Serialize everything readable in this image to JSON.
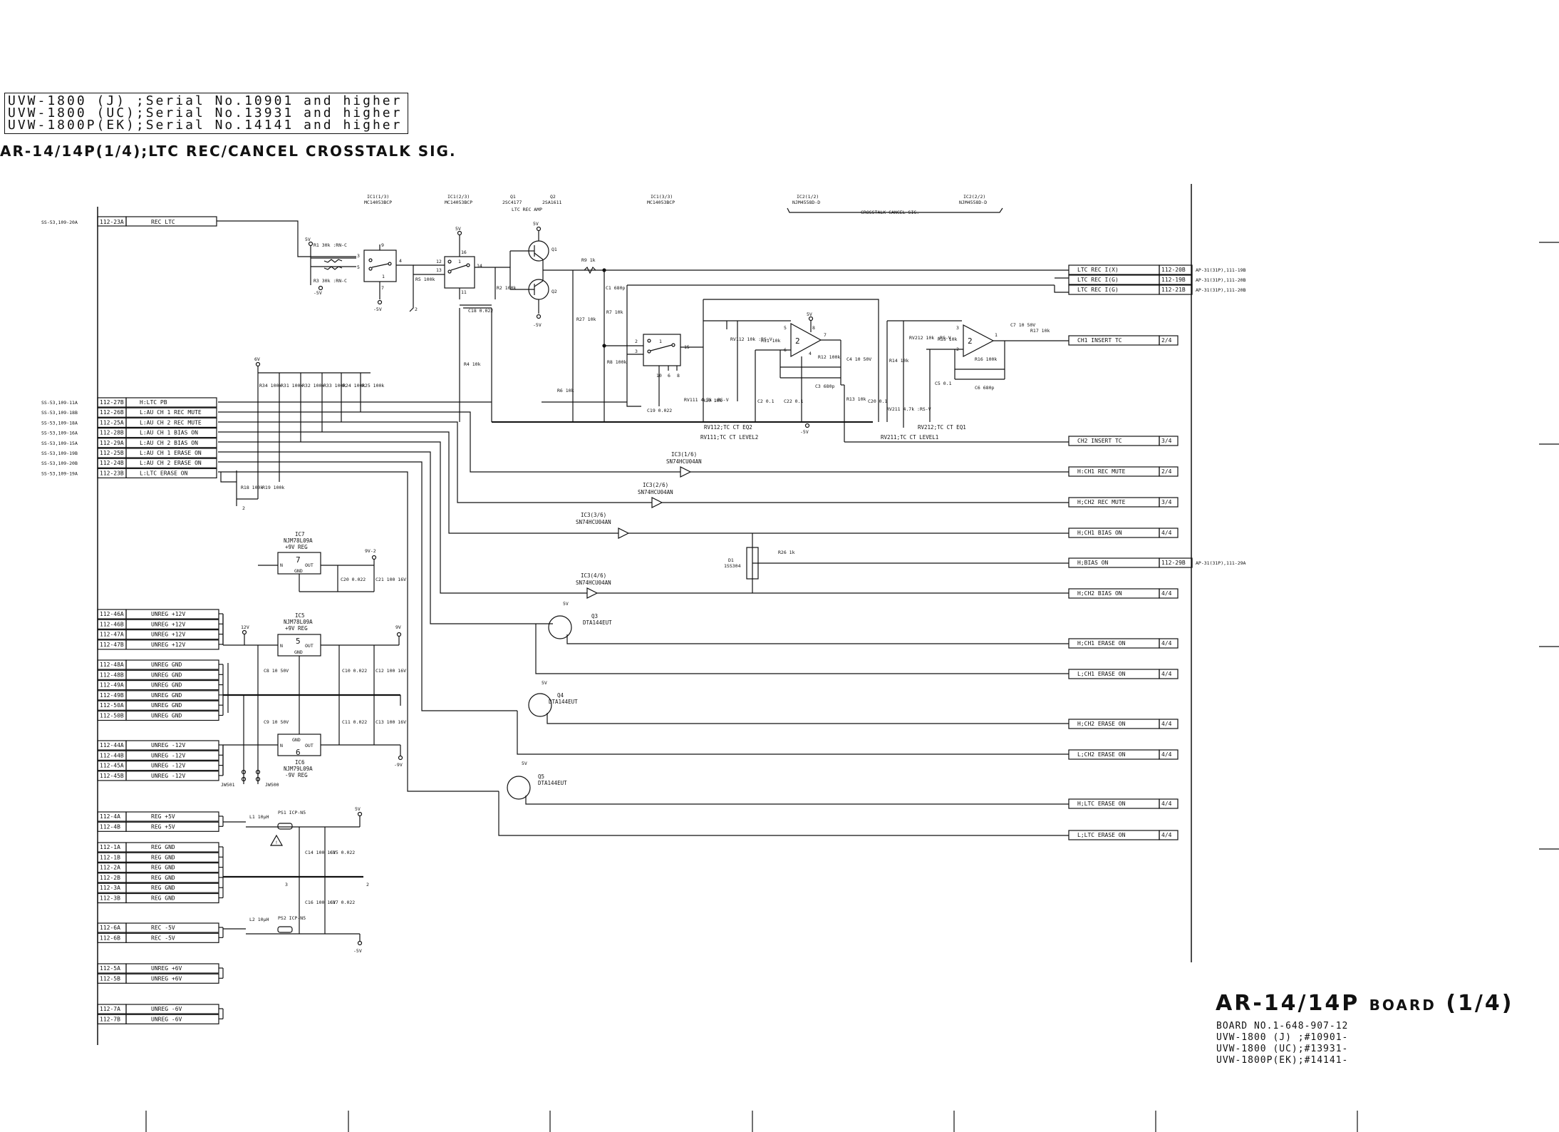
{
  "header": {
    "serial_lines": [
      "UVW-1800 (J) ;Serial No.10901 and higher",
      "UVW-1800 (UC);Serial No.13931 and higher",
      "UVW-1800P(EK);Serial No.14141 and higher"
    ],
    "subtitle": "AR-14/14P(1/4);LTC REC/CANCEL CROSSTALK SIG."
  },
  "ics": {
    "ic1_1": {
      "ref": "IC1(1/3)",
      "part": "MC14053BCP"
    },
    "ic1_2": {
      "ref": "IC1(2/3)",
      "part": "MC14053BCP"
    },
    "ic1_3": {
      "ref": "IC1(3/3)",
      "part": "MC14053BCP"
    },
    "q1": {
      "ref": "Q1",
      "part": "2SC4177"
    },
    "q2": {
      "ref": "Q2",
      "part": "2SA1611"
    },
    "ltc_amp": "LTC REC AMP",
    "ic2_1": {
      "ref": "IC2(1/2)",
      "part": "NJM4558D-D"
    },
    "ic2_2": {
      "ref": "IC2(2/2)",
      "part": "NJM4558D-D"
    },
    "crosstalk": "CROSSTALK CANCEL SIG.",
    "ic3_1": {
      "ref": "IC3(1/6)",
      "part": "SN74HCU04AN"
    },
    "ic3_2": {
      "ref": "IC3(2/6)",
      "part": "SN74HCU04AN"
    },
    "ic3_3": {
      "ref": "IC3(3/6)",
      "part": "SN74HCU04AN"
    },
    "ic3_4": {
      "ref": "IC3(4/6)",
      "part": "SN74HCU04AN"
    },
    "ic7": {
      "ref": "IC7",
      "part": "NJM78L09A",
      "desc": "+9V REG"
    },
    "ic5": {
      "ref": "IC5",
      "part": "NJM78L09A",
      "desc": "+9V REG"
    },
    "ic6": {
      "ref": "IC6",
      "part": "NJM79L09A",
      "desc": "-9V REG"
    },
    "q3": {
      "ref": "Q3",
      "part": "DTA144EUT"
    },
    "q4": {
      "ref": "Q4",
      "part": "DTA144EUT"
    },
    "q5": {
      "ref": "Q5",
      "part": "DTA144EUT"
    },
    "d1": {
      "ref": "D1",
      "part": "1SS304"
    }
  },
  "rails": {
    "p5v": "5V",
    "m5v": "-5V",
    "p6v": "6V",
    "p9v": "9V",
    "m9v": "-9V",
    "p9v2": "9V-2",
    "p12v": "12V",
    "gnd2": "2",
    "gnd3": "3"
  },
  "top_input": {
    "ref": "SS-53,109-20A",
    "pin": "112-23A",
    "signal": "REC LTC"
  },
  "left_signals": [
    {
      "ref": "SS-53,109-11A",
      "pin": "112-27B",
      "signal": "H:LTC PB"
    },
    {
      "ref": "SS-53,109-18B",
      "pin": "112-26B",
      "signal": "L:AU CH 1 REC MUTE"
    },
    {
      "ref": "SS-53,109-18A",
      "pin": "112-25A",
      "signal": "L:AU CH 2 REC MUTE"
    },
    {
      "ref": "SS-53,109-16A",
      "pin": "112-28B",
      "signal": "L:AU CH 1 BIAS ON"
    },
    {
      "ref": "SS-53,109-15A",
      "pin": "112-29A",
      "signal": "L:AU CH 2 BIAS ON"
    },
    {
      "ref": "SS-53,109-19B",
      "pin": "112-25B",
      "signal": "L:AU CH 1 ERASE ON"
    },
    {
      "ref": "SS-53,109-20B",
      "pin": "112-24B",
      "signal": "L:AU CH 2 ERASE ON"
    },
    {
      "ref": "SS-53,109-19A",
      "pin": "112-23B",
      "signal": "L:LTC ERASE ON"
    }
  ],
  "power_pins": [
    {
      "pin": "112-46A",
      "signal": "UNREG +12V"
    },
    {
      "pin": "112-46B",
      "signal": "UNREG +12V"
    },
    {
      "pin": "112-47A",
      "signal": "UNREG +12V"
    },
    {
      "pin": "112-47B",
      "signal": "UNREG +12V"
    },
    {
      "pin": "112-48A",
      "signal": "UNREG GND"
    },
    {
      "pin": "112-48B",
      "signal": "UNREG GND"
    },
    {
      "pin": "112-49A",
      "signal": "UNREG GND"
    },
    {
      "pin": "112-49B",
      "signal": "UNREG GND"
    },
    {
      "pin": "112-50A",
      "signal": "UNREG GND"
    },
    {
      "pin": "112-50B",
      "signal": "UNREG GND"
    },
    {
      "pin": "112-44A",
      "signal": "UNREG -12V"
    },
    {
      "pin": "112-44B",
      "signal": "UNREG -12V"
    },
    {
      "pin": "112-45A",
      "signal": "UNREG -12V"
    },
    {
      "pin": "112-45B",
      "signal": "UNREG -12V"
    },
    {
      "pin": "112-4A",
      "signal": "REG +5V"
    },
    {
      "pin": "112-4B",
      "signal": "REG +5V"
    },
    {
      "pin": "112-1A",
      "signal": "REG GND"
    },
    {
      "pin": "112-1B",
      "signal": "REG GND"
    },
    {
      "pin": "112-2A",
      "signal": "REG GND"
    },
    {
      "pin": "112-2B",
      "signal": "REG GND"
    },
    {
      "pin": "112-3A",
      "signal": "REG GND"
    },
    {
      "pin": "112-3B",
      "signal": "REG GND"
    },
    {
      "pin": "112-6A",
      "signal": "REC -5V"
    },
    {
      "pin": "112-6B",
      "signal": "REC -5V"
    },
    {
      "pin": "112-5A",
      "signal": "UNREG +6V"
    },
    {
      "pin": "112-5B",
      "signal": "UNREG +6V"
    },
    {
      "pin": "112-7A",
      "signal": "UNREG -6V"
    },
    {
      "pin": "112-7B",
      "signal": "UNREG -6V"
    }
  ],
  "outputs": [
    {
      "signal": "LTC REC I(X)",
      "pin": "112-20B",
      "dest": "AP-31(31P),111-19B"
    },
    {
      "signal": "LTC REC I(G)",
      "pin": "112-19B",
      "dest": "AP-31(31P),111-20B"
    },
    {
      "signal": "LTC REC I(G)",
      "pin": "112-21B",
      "dest": "AP-31(31P),111-20B"
    },
    {
      "signal": "CH1 INSERT TC",
      "pin": "2/4",
      "dest": ""
    },
    {
      "signal": "CH2 INSERT TC",
      "pin": "3/4",
      "dest": ""
    },
    {
      "signal": "H:CH1 REC MUTE",
      "pin": "2/4",
      "dest": ""
    },
    {
      "signal": "H;CH2 REC MUTE",
      "pin": "3/4",
      "dest": ""
    },
    {
      "signal": "H;CH1 BIAS ON",
      "pin": "4/4",
      "dest": ""
    },
    {
      "signal": "H;BIAS ON",
      "pin": "112-29B",
      "dest": "AP-31(31P),111-29A"
    },
    {
      "signal": "H;CH2 BIAS ON",
      "pin": "4/4",
      "dest": ""
    },
    {
      "signal": "H;CH1 ERASE ON",
      "pin": "4/4",
      "dest": ""
    },
    {
      "signal": "L;CH1 ERASE ON",
      "pin": "4/4",
      "dest": ""
    },
    {
      "signal": "H;CH2 ERASE ON",
      "pin": "4/4",
      "dest": ""
    },
    {
      "signal": "L;CH2 ERASE ON",
      "pin": "4/4",
      "dest": ""
    },
    {
      "signal": "H;LTC ERASE ON",
      "pin": "4/4",
      "dest": ""
    },
    {
      "signal": "L;LTC ERASE ON",
      "pin": "4/4",
      "dest": ""
    }
  ],
  "adjust": {
    "rv112": "RV112;TC CT EQ2",
    "rv111": "RV111;TC CT LEVEL2",
    "rv212": "RV212;TC CT EQ1",
    "rv211": "RV211;TC CT LEVEL1"
  },
  "components": {
    "r1": "R1 30k :RN-C",
    "r3": "R3 30k :RN-C",
    "r5": "R5 100k",
    "r2": "R2 100k",
    "r9": "R9 1k",
    "c1": "C1 680p",
    "r7": "R7 10k",
    "r27": "R27 10k",
    "c19": "C19 0.022",
    "r4": "R4 10k",
    "r8": "R8 100k",
    "r6": "R6 10k",
    "c18": "C18 0.022",
    "r10": "R10 10k",
    "rv112c": "RV112 10k :RS-V",
    "r11": "R11 10k",
    "r12": "R12 100k",
    "c3": "C3 680p",
    "c2": "C2 0.1",
    "c22": "C22 0.1",
    "c4": "C4 10 50V",
    "r13": "R13 10k",
    "c20b": "C20 0.1",
    "rv111c": "RV111 4.7k :RS-V",
    "r14": "R14 10k",
    "rv212c": "RV212 10k :RS-V",
    "r15": "R15 10k",
    "c5": "C5 0.1",
    "r16": "R16 100k",
    "c6": "C6 680p",
    "rv211c": "RV211 4.7k :RS-V",
    "c7": "C7 10 50V",
    "r17": "R17 10k",
    "r34": "R34 100k",
    "r31": "R31 100k",
    "r32": "R32 100k",
    "r33": "R33 100k",
    "r24": "R24 100k",
    "r25": "R25 100k",
    "r18": "R18 100k",
    "r19": "R19 100k",
    "r26": "R26 1k",
    "c20": "C20 0.022",
    "c21": "C21 100 16V",
    "c8": "C8 10 50V",
    "c10": "C10 0.022",
    "c12": "C12 100 16V",
    "c9": "C9 10 50V",
    "c11": "C11 0.022",
    "c13": "C13 100 16V",
    "jw501": "JW501",
    "jw500": "JW500",
    "l1": "L1 10µH",
    "ps1": "PS1 ICP-N5",
    "c14": "C14 100 16V",
    "c15": "C15 0.022",
    "l2": "L2 10µH",
    "ps2": "PS2 ICP-N5",
    "c16": "C16 100 16V",
    "c17": "C17 0.022"
  },
  "board": {
    "title": "AR-14/14P",
    "title_word": "BOARD",
    "title_part": "(1/4)",
    "lines": [
      "BOARD NO.1-648-907-12",
      "UVW-1800 (J) ;#10901-",
      "UVW-1800 (UC);#13931-",
      "UVW-1800P(EK);#14141-"
    ]
  }
}
